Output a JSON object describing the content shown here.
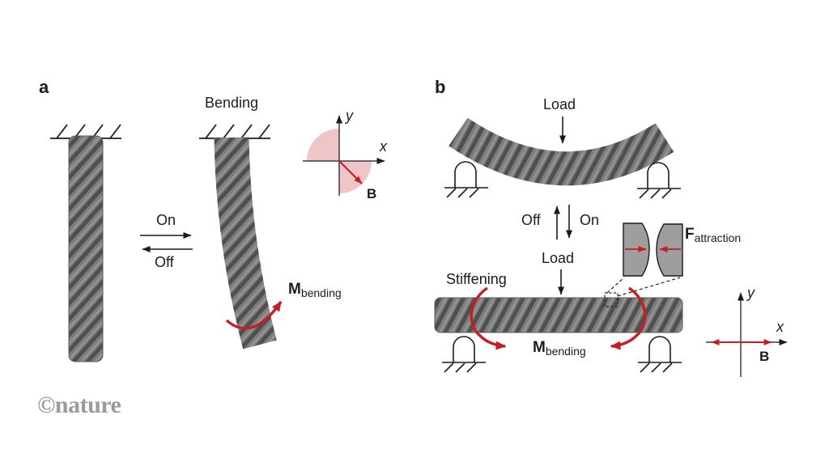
{
  "watermark": "©nature",
  "colors": {
    "accent_red": "#c41e26",
    "field_pink": "#f0c5c8",
    "rope_gray_dark": "#4f4f4f",
    "rope_gray_mid": "#7d7d7d",
    "inset_gray": "#9e9e9e"
  },
  "panel_a": {
    "label": "a",
    "title": "Bending",
    "toggle": {
      "on": "On",
      "off": "Off"
    },
    "moment": {
      "symbol": "M",
      "subscript": "bending"
    },
    "axes": {
      "x": "x",
      "y": "y",
      "field": "B"
    }
  },
  "panel_b": {
    "label": "b",
    "load_top": "Load",
    "toggle": {
      "off": "Off",
      "on": "On"
    },
    "load_bottom": "Load",
    "stiffening": "Stiffening",
    "moment": {
      "symbol": "M",
      "subscript": "bending"
    },
    "force": {
      "symbol": "F",
      "subscript": "attraction"
    },
    "axes": {
      "x": "x",
      "y": "y",
      "field": "B"
    }
  }
}
